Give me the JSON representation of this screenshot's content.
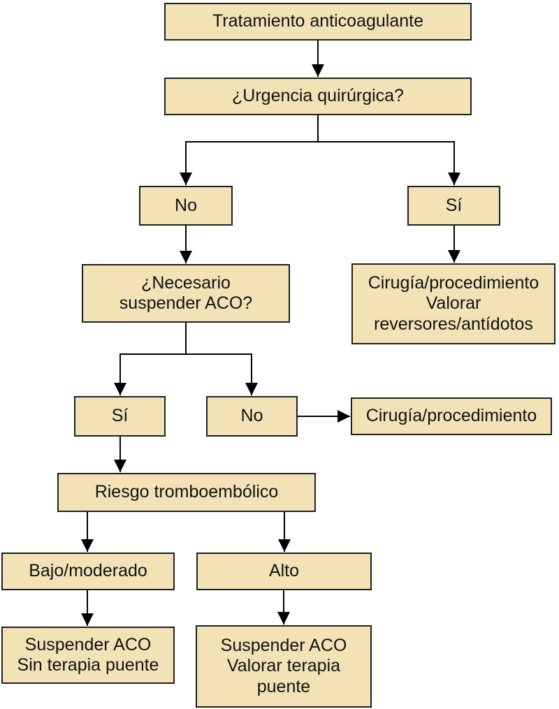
{
  "style": {
    "background": "#ffffff",
    "node_fill": "#f2e2b6",
    "node_border": "#1f1f1f",
    "text_color": "#121212",
    "arrow_color": "#000000"
  },
  "diagram": {
    "type": "flowchart",
    "language": "es",
    "nodes": {
      "tratamiento": {
        "label": "Tratamiento anticoagulante"
      },
      "urgencia": {
        "label": "¿Urgencia quirúrgica?"
      },
      "no_urgencia": {
        "label": "No"
      },
      "si_urgencia": {
        "label": "Sí"
      },
      "necesario": {
        "label": "¿Necesario\nsuspender ACO?"
      },
      "cirugia_reversores": {
        "label": "Cirugía/procedimiento\nValorar\nreversores/antídotos"
      },
      "si_suspender": {
        "label": "Sí"
      },
      "no_suspender": {
        "label": "No"
      },
      "cirugia_procedimiento": {
        "label": "Cirugía/procedimiento"
      },
      "riesgo": {
        "label": "Riesgo tromboembólico"
      },
      "bajo_moderado": {
        "label": "Bajo/moderado"
      },
      "alto": {
        "label": "Alto"
      },
      "suspender_sin_puente": {
        "label": "Suspender ACO\nSin terapia puente"
      },
      "suspender_valorar_puente": {
        "label": "Suspender ACO\nValorar terapia\npuente"
      }
    },
    "edges": [
      {
        "from": "tratamiento",
        "to": "urgencia"
      },
      {
        "from": "urgencia",
        "to": "no_urgencia"
      },
      {
        "from": "urgencia",
        "to": "si_urgencia"
      },
      {
        "from": "no_urgencia",
        "to": "necesario"
      },
      {
        "from": "si_urgencia",
        "to": "cirugia_reversores"
      },
      {
        "from": "necesario",
        "to": "si_suspender"
      },
      {
        "from": "necesario",
        "to": "no_suspender"
      },
      {
        "from": "no_suspender",
        "to": "cirugia_procedimiento"
      },
      {
        "from": "si_suspender",
        "to": "riesgo"
      },
      {
        "from": "riesgo",
        "to": "bajo_moderado"
      },
      {
        "from": "riesgo",
        "to": "alto"
      },
      {
        "from": "bajo_moderado",
        "to": "suspender_sin_puente"
      },
      {
        "from": "alto",
        "to": "suspender_valorar_puente"
      }
    ]
  }
}
